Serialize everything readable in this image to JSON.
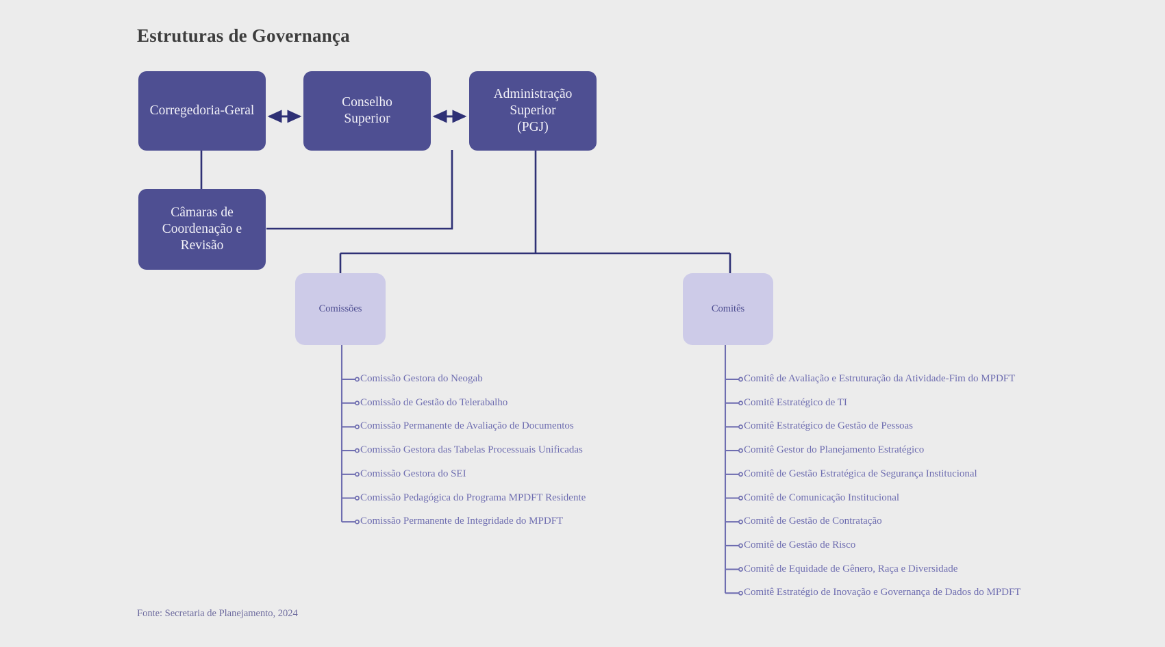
{
  "header": {
    "title": "Estruturas de Governança"
  },
  "footer": {
    "source": "Fonte: Secretaria de Planejamento, 2024"
  },
  "colors": {
    "background": "#ececec",
    "primary_node_fill": "#4e4f92",
    "primary_node_text": "#f2f1f8",
    "group_node_fill": "#cdcbe8",
    "group_node_text": "#4b4b8f",
    "connector_line": "#2e3075",
    "leaf_connector_line": "#6e6db0",
    "leaf_text": "#6e6db0",
    "title_text": "#3d3d3d",
    "source_text": "#6d6b9e"
  },
  "diagram": {
    "type": "organizational-chart",
    "top_nodes": [
      {
        "id": "corregedoria",
        "label": "Corregedoria-Geral"
      },
      {
        "id": "conselho",
        "label": "Conselho\nSuperior"
      },
      {
        "id": "administracao",
        "label": "Administração\nSuperior\n(PGJ)"
      }
    ],
    "second_level": [
      {
        "id": "camaras",
        "label": "Câmaras de\nCoordenação e\nRevisão"
      }
    ],
    "groups": [
      {
        "id": "comissoes",
        "label": "Comissões",
        "items": [
          "Comissão Gestora do Neogab",
          "Comissão de Gestão do Telerabalho",
          "Comissão Permanente de Avaliação de Documentos",
          "Comissão Gestora das Tabelas Processuais Unificadas",
          "Comissão Gestora do SEI",
          "Comissão Pedagógica do Programa MPDFT Residente",
          "Comissão Permanente de Integridade do MPDFT"
        ]
      },
      {
        "id": "comites",
        "label": "Comitês",
        "items": [
          "Comitê de Avaliação e Estruturação da Atividade-Fim do MPDFT",
          "Comitê Estratégico de TI",
          "Comitê Estratégico de Gestão de Pessoas",
          "Comitê Gestor do Planejamento Estratégico",
          "Comitê de Gestão Estratégica de Segurança Institucional",
          "Comitê de Comunicação Institucional",
          "Comitê de Gestão de Contratação",
          "Comitê de Gestão de Risco",
          "Comitê de Equidade de Gênero, Raça e Diversidade",
          "Comitê Estratégio de Inovação e Governança de Dados do MPDFT"
        ]
      }
    ],
    "connectors": [
      {
        "from": "corregedoria",
        "to": "conselho",
        "style": "double-arrow"
      },
      {
        "from": "conselho",
        "to": "administracao",
        "style": "double-arrow"
      },
      {
        "from": "corregedoria",
        "to": "camaras",
        "style": "line"
      },
      {
        "from": "conselho",
        "to": "camaras",
        "style": "elbow"
      },
      {
        "from": "administracao",
        "to": "comissoes",
        "style": "elbow"
      },
      {
        "from": "administracao",
        "to": "comites",
        "style": "elbow"
      }
    ]
  }
}
